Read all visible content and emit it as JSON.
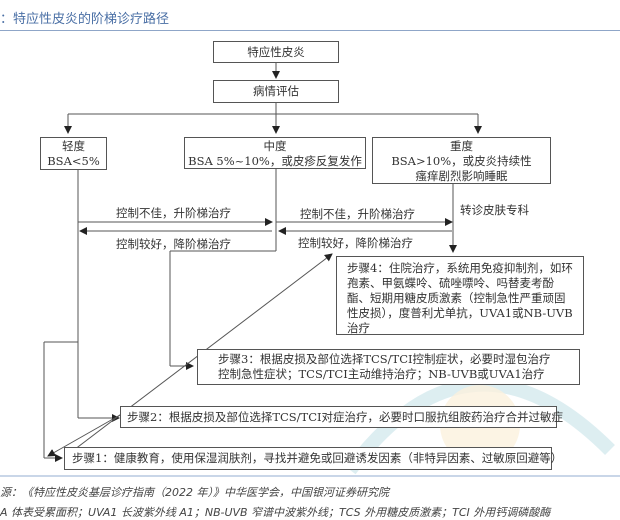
{
  "figure_title": "：特应性皮炎的阶梯诊疗路径",
  "nodes": {
    "root": "特应性皮炎",
    "assess": "病情评估",
    "mild_title": "轻度",
    "mild_detail": "BSA<5%",
    "moderate_title": "中度",
    "moderate_detail": "BSA 5%~10%，或皮疹反复发作",
    "severe_title": "重度",
    "severe_detail_1": "BSA>10%，或皮炎持续性",
    "severe_detail_2": "瘙痒剧烈影响睡眠",
    "step4": "步骤4：住院治疗，系统用免疫抑制剂，如环孢素、甲氨蝶呤、硫唑嘌呤、吗替麦考酚酯、短期用糖皮质激素（控制急性严重顽固性皮损），度普利尤单抗，UVA1或NB-UVB治疗",
    "step3_line1": "步骤3：根据皮损及部位选择TCS/TCI控制症状，必要时湿包治疗",
    "step3_line2": "控制急性症状；TCS/TCI主动维持治疗；NB-UVB或UVA1治疗",
    "step2": "步骤2：根据皮损及部位选择TCS/TCI对症治疗，必要时口服抗组胺药治疗合并过敏症",
    "step1": "步骤1：健康教育，使用保湿润肤剂，寻找并避免或回避诱发因素（非特异因素、过敏原回避等）"
  },
  "edge_labels": {
    "escalate_left": "控制不佳，升阶梯治疗",
    "deescalate_left": "控制较好，降阶梯治疗",
    "escalate_right": "控制不佳，升阶梯治疗",
    "deescalate_right": "控制较好，降阶梯治疗",
    "refer": "转诊皮肤专科"
  },
  "source": "源：《特应性皮炎基层诊疗指南（2022 年）》中华医学会，中国银河证券研究院",
  "note": "A 体表受累面积；UVA1 长波紫外线 A1；NB-UVB 窄谱中波紫外线；TCS 外用糖皮质激素；TCI 外用钙调磷酸酶"
}
